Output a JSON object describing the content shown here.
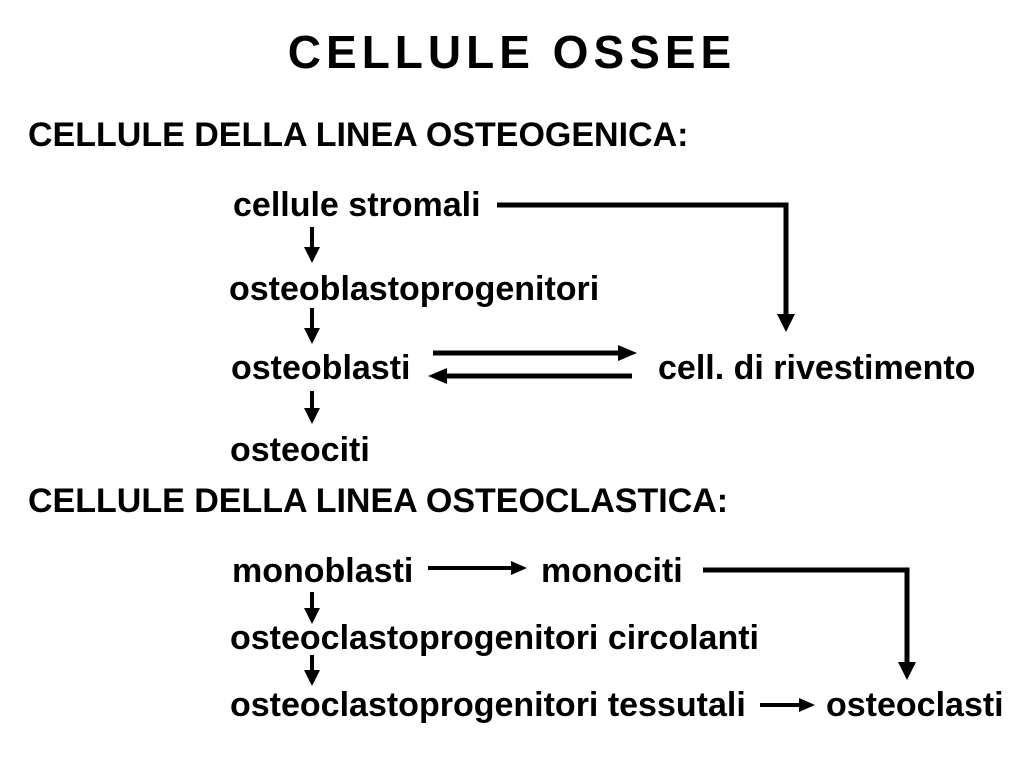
{
  "colors": {
    "background": "#ffffff",
    "ink": "#000000"
  },
  "title": "CELLULE OSSEE",
  "sections": [
    {
      "heading": "CELLULE DELLA LINEA OSTEOGENICA:",
      "nodes": [
        {
          "id": "cellule-stromali",
          "label": "cellule stromali"
        },
        {
          "id": "osteoblastoprogenitori",
          "label": "osteoblastoprogenitori"
        },
        {
          "id": "osteoblasti",
          "label": "osteoblasti"
        },
        {
          "id": "cell-di-rivestimento",
          "label": "cell. di rivestimento"
        },
        {
          "id": "osteociti",
          "label": "osteociti"
        }
      ],
      "edges": [
        {
          "from": "cellule stromali",
          "to": "osteoblastoprogenitori",
          "type": "arrow"
        },
        {
          "from": "cellule stromali",
          "to": "cell. di rivestimento",
          "type": "elbow-arrow"
        },
        {
          "from": "osteoblastoprogenitori",
          "to": "osteoblasti",
          "type": "arrow"
        },
        {
          "from": "osteoblasti",
          "to": "cell. di rivestimento",
          "type": "double-arrow"
        },
        {
          "from": "osteoblasti",
          "to": "osteociti",
          "type": "arrow"
        }
      ]
    },
    {
      "heading": "CELLULE DELLA LINEA OSTEOCLASTICA:",
      "nodes": [
        {
          "id": "monoblasti",
          "label": "monoblasti"
        },
        {
          "id": "monociti",
          "label": "monociti"
        },
        {
          "id": "osteoclastoprogenitori-circolanti",
          "label": "osteoclastoprogenitori circolanti"
        },
        {
          "id": "osteoclastoprogenitori-tessutali",
          "label": "osteoclastoprogenitori tessutali"
        },
        {
          "id": "osteoclasti",
          "label": "osteoclasti"
        }
      ],
      "edges": [
        {
          "from": "monoblasti",
          "to": "monociti",
          "type": "arrow"
        },
        {
          "from": "monoblasti",
          "to": "osteoclastoprogenitori circolanti",
          "type": "arrow"
        },
        {
          "from": "monociti",
          "to": "osteoclasti",
          "type": "elbow-arrow"
        },
        {
          "from": "osteoclastoprogenitori circolanti",
          "to": "osteoclastoprogenitori tessutali",
          "type": "arrow"
        },
        {
          "from": "osteoclastoprogenitori tessutali",
          "to": "osteoclasti",
          "type": "arrow"
        }
      ]
    }
  ]
}
